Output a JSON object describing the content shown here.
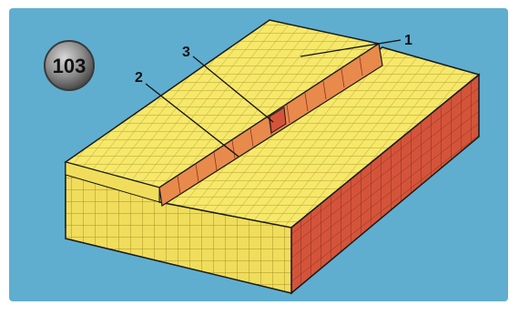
{
  "figure": {
    "badge_number": "103",
    "callouts": [
      {
        "label": "1"
      },
      {
        "label": "2"
      },
      {
        "label": "3"
      }
    ]
  },
  "colors": {
    "background": "#5faed0",
    "cube_fill": "#f6e86a",
    "cube_grid": "#b8a332",
    "front_face": "#f0dd5c",
    "side_face": "#d4543a",
    "step_face": "#e88a4c",
    "badge": "#7a7a7a",
    "outline": "#1a1a1a"
  }
}
